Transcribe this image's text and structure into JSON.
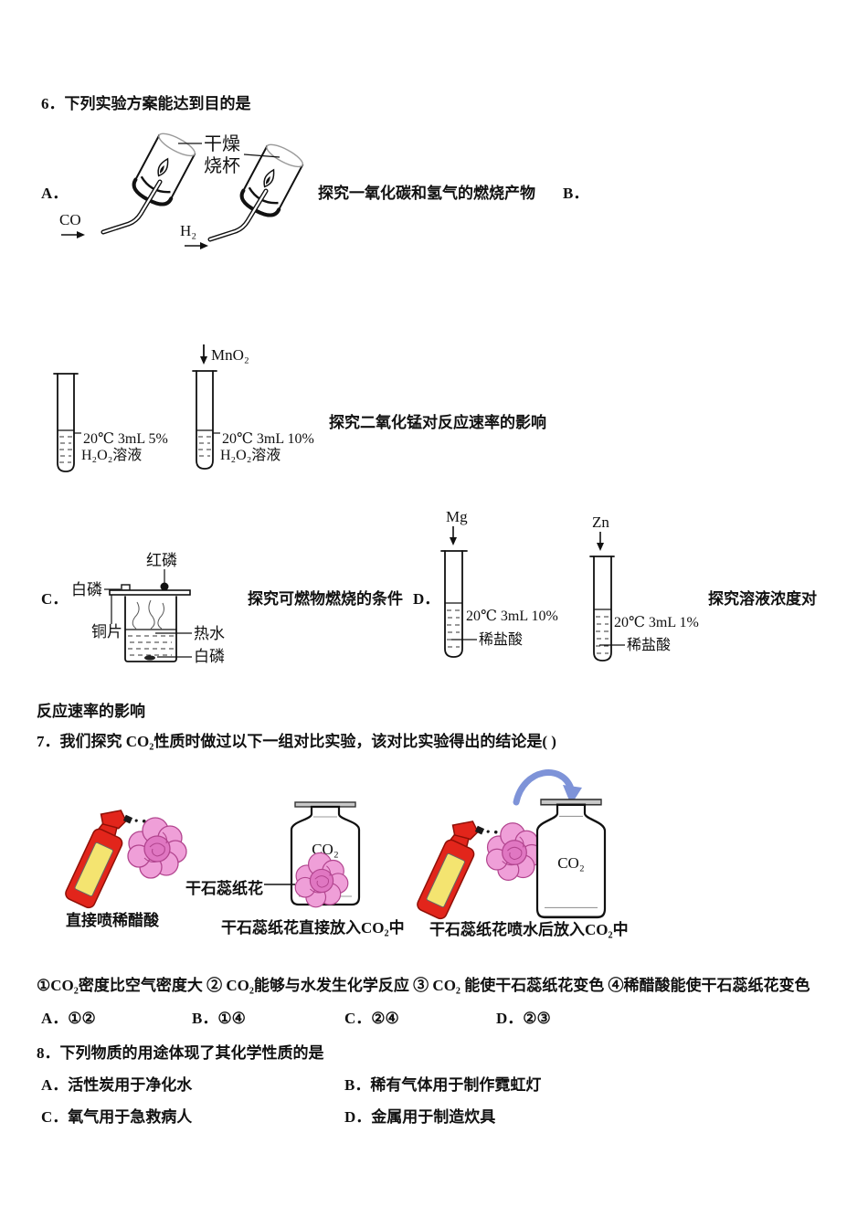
{
  "colors": {
    "ink": "#111111",
    "spray_red": "#e2251b",
    "spray_dark": "#8f1007",
    "spray_yellow": "#f4e470",
    "flower_pink": "#ef9fd8",
    "flower_deep": "#e077c2",
    "flower_dark": "#b2458f",
    "arrow_blue": "#7e93d8",
    "lid_gray": "#c9c9c9"
  },
  "q6": {
    "stem": "6．下列实验方案能达到目的是",
    "a": {
      "label": "A．",
      "beaker_label_top": "干燥",
      "beaker_label_bottom": "烧杯",
      "gas_left": "CO",
      "gas_right": "H₂",
      "caption": "探究一氧化碳和氢气的燃烧产物",
      "next_label": "B．"
    },
    "b": {
      "mno2": "MnO₂",
      "tube1_line1": "20℃ 3mL 5%",
      "tube1_line2": "H₂O₂溶液",
      "tube2_line1": "20℃ 3mL 10%",
      "tube2_line2": "H₂O₂溶液",
      "caption": "探究二氧化锰对反应速率的影响"
    },
    "c": {
      "label": "C．",
      "red_p": "红磷",
      "white_p_top": "白磷",
      "copper": "铜片",
      "hot_water": "热水",
      "white_p_bottom": "白磷",
      "caption": "探究可燃物燃烧的条件",
      "next_label": "D．"
    },
    "d": {
      "mg": "Mg",
      "zn": "Zn",
      "tube1_line1": "20℃ 3mL 10%",
      "tube1_line2": "稀盐酸",
      "tube2_line1": "20℃ 3mL 1%",
      "tube2_line2": "稀盐酸",
      "caption": "探究溶液浓度对"
    },
    "caption_continued": "反应速率的影响"
  },
  "q7": {
    "stem": "7．我们探究 CO₂性质时做过以下一组对比实验，该对比实验得出的结论是(  )",
    "fig": {
      "co2_label1": "CO₂",
      "co2_label2": "CO₂",
      "flower_label": "干石蕊纸花",
      "caption1": "直接喷稀醋酸",
      "caption2": "干石蕊纸花直接放入CO₂中",
      "caption3": "干石蕊纸花喷水后放入CO₂中"
    },
    "statements": "①CO₂密度比空气密度大 ② CO₂能够与水发生化学反应 ③ CO₂ 能使干石蕊纸花变色 ④稀醋酸能使干石蕊纸花变色",
    "options": [
      {
        "label": "A．",
        "value": "①②"
      },
      {
        "label": "B．",
        "value": "①④"
      },
      {
        "label": "C．",
        "value": "②④"
      },
      {
        "label": "D．",
        "value": "②③"
      }
    ]
  },
  "q8": {
    "stem": "8．下列物质的用途体现了其化学性质的是",
    "options": [
      {
        "label": "A．",
        "value": "活性炭用于净化水"
      },
      {
        "label": "B．",
        "value": "稀有气体用于制作霓虹灯"
      },
      {
        "label": "C．",
        "value": "氧气用于急救病人"
      },
      {
        "label": "D．",
        "value": "金属用于制造炊具"
      }
    ]
  }
}
